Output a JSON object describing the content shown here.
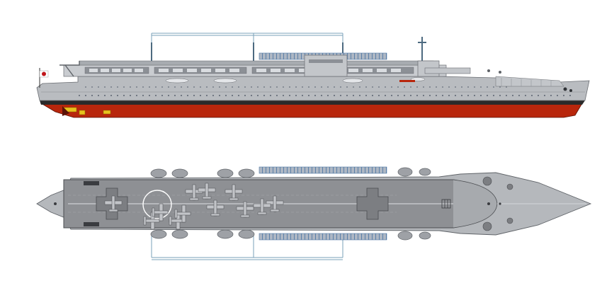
{
  "drawing": {
    "views": [
      {
        "view": "profile"
      },
      {
        "view": "plan"
      }
    ],
    "colors": {
      "hull_upper": "#b9bcc0",
      "hull_lower": "#b8260c",
      "boot_topping": "#2a2a2a",
      "deck": "#8e9094",
      "deck_edge": "#6e7074",
      "superstructure": "#c9ccd0",
      "antenna_wire": "#7aa0b8",
      "accent_blue": "#4d77a6",
      "ensign_red": "#c0161b",
      "gun_yellow": "#e7c21c"
    },
    "aircraft_on_deck": 12
  }
}
